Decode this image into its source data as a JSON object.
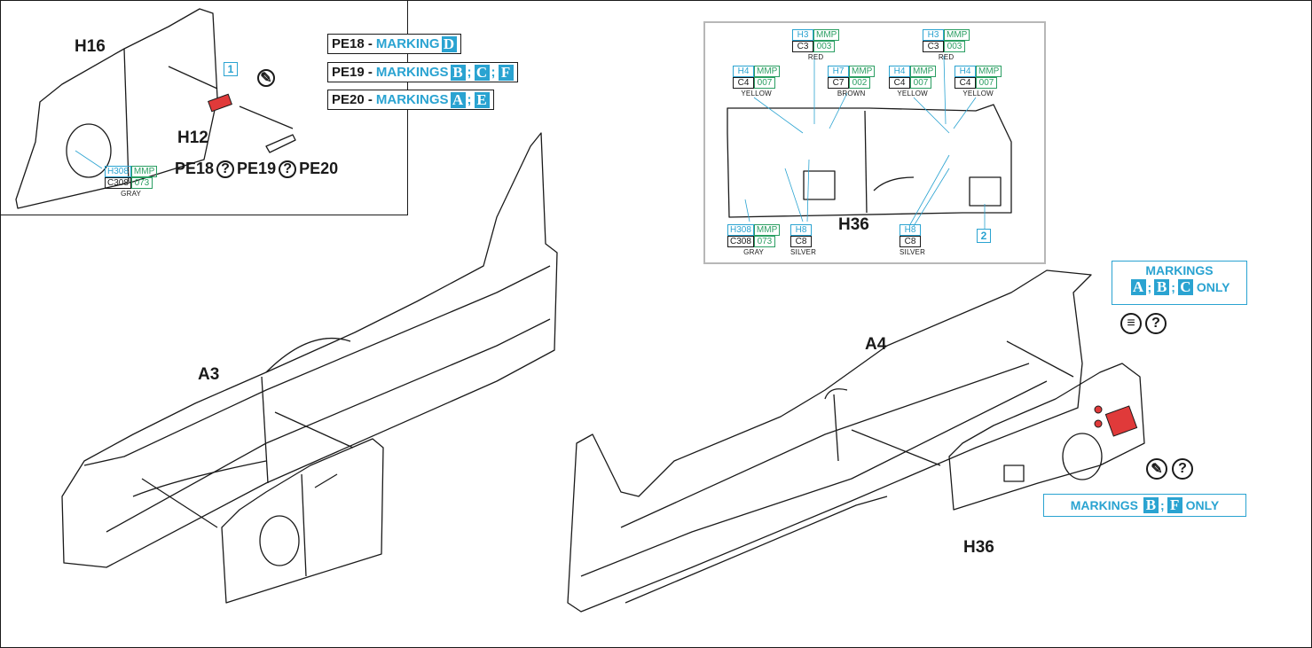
{
  "inset_left": {
    "part_label": "H16",
    "photo_etch_label": "H12",
    "photo_etch_variants": [
      "PE18",
      "PE19",
      "PE20"
    ],
    "step_number": "1",
    "paint": {
      "h": "H308",
      "mmp": "MMP",
      "c": "C308",
      "mmp_code": "073",
      "name": "GRAY"
    }
  },
  "marking_table": [
    {
      "part": "PE18",
      "text": "MARKING",
      "letters": [
        "D"
      ]
    },
    {
      "part": "PE19",
      "text": "MARKINGS",
      "letters": [
        "B",
        "C",
        "F"
      ]
    },
    {
      "part": "PE20",
      "text": "MARKINGS",
      "letters": [
        "A",
        "E"
      ]
    }
  ],
  "inset_right": {
    "part_label": "H36",
    "step_number": "2",
    "paints": [
      {
        "key": "red1",
        "h": "H3",
        "mmp": "MMP",
        "c": "C3",
        "mmp_code": "003",
        "name": "RED"
      },
      {
        "key": "red2",
        "h": "H3",
        "mmp": "MMP",
        "c": "C3",
        "mmp_code": "003",
        "name": "RED"
      },
      {
        "key": "yellow1",
        "h": "H4",
        "mmp": "MMP",
        "c": "C4",
        "mmp_code": "007",
        "name": "YELLOW"
      },
      {
        "key": "brown",
        "h": "H7",
        "mmp": "MMP",
        "c": "C7",
        "mmp_code": "002",
        "name": "BROWN"
      },
      {
        "key": "yellow2",
        "h": "H4",
        "mmp": "MMP",
        "c": "C4",
        "mmp_code": "007",
        "name": "YELLOW"
      },
      {
        "key": "yellow3",
        "h": "H4",
        "mmp": "MMP",
        "c": "C4",
        "mmp_code": "007",
        "name": "YELLOW"
      },
      {
        "key": "gray",
        "h": "H308",
        "mmp": "MMP",
        "c": "C308",
        "mmp_code": "073",
        "name": "GRAY"
      },
      {
        "key": "silver1",
        "h": "H8",
        "c": "C8",
        "name": "SILVER"
      },
      {
        "key": "silver2",
        "h": "H8",
        "c": "C8",
        "name": "SILVER"
      }
    ]
  },
  "main": {
    "label_a3": "A3",
    "label_a4": "A4",
    "label_h36": "H36",
    "markings_only_top": {
      "title": "MARKINGS",
      "letters": [
        "A",
        "B",
        "C"
      ],
      "suffix": "ONLY"
    },
    "markings_only_bottom": {
      "title": "MARKINGS",
      "letters": [
        "B",
        "F"
      ],
      "suffix": "ONLY"
    }
  },
  "colors": {
    "accent_blue": "#2aa3d1",
    "paint_green": "#2a9e62",
    "red_part": "#e03a3a",
    "line": "#1a1a1a"
  }
}
